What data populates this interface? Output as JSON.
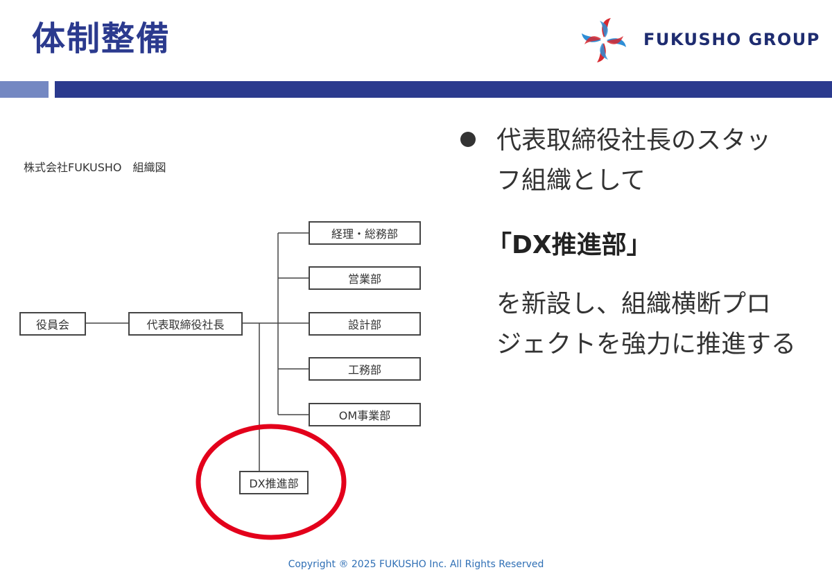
{
  "header": {
    "title": "体制整備",
    "logo_text": "FUKUSHO GROUP"
  },
  "org_chart": {
    "title": "株式会社FUKUSHO　組織図",
    "board": "役員会",
    "ceo": "代表取締役社長",
    "departments": [
      "経理・総務部",
      "営業部",
      "設計部",
      "工務部",
      "OM事業部"
    ],
    "staff": "DX推進部"
  },
  "description": {
    "line1": "代表取締役社長のスタッ",
    "line2": "フ組織として",
    "highlight": "「DX推進部」",
    "line3": "を新設し、組織横断プロ",
    "line4": "ジェクトを強力に推進する"
  },
  "footer": {
    "copyright": "Copyright ® 2025 FUKUSHO Inc. All Rights Reserved"
  },
  "colors": {
    "brand_navy": "#2b3a8e",
    "brand_light": "#7488c2",
    "highlight_circle": "#e3001b",
    "logo_red": "#d7282f",
    "logo_blue": "#2e8ed6"
  },
  "icons": {
    "logo": "fukusho-pinwheel-logo",
    "bullet": "bullet-dot"
  }
}
